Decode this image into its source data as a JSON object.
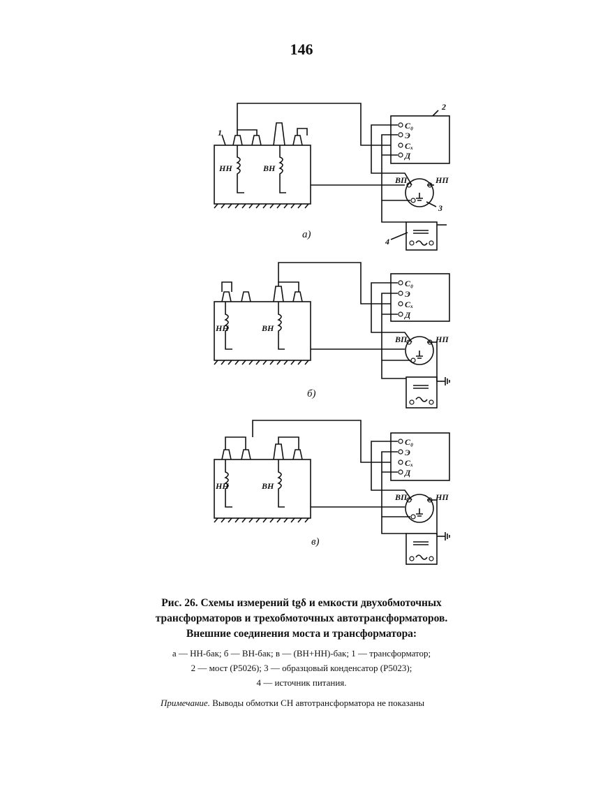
{
  "page_number": "146",
  "diagrams": [
    {
      "sub_label": "а)",
      "transformer_number": "1",
      "bridge_number": "2",
      "capacitor_number": "3",
      "source_number": "4",
      "lv_label": "НН",
      "hv_label": "ВН",
      "terminals": [
        "C₀",
        "Э",
        "Cₓ",
        "Д"
      ],
      "vp_label": "ВП",
      "np_label": "НП"
    },
    {
      "sub_label": "б)",
      "lv_label": "НН",
      "hv_label": "ВН",
      "terminals": [
        "C₀",
        "Э",
        "Cₓ",
        "Д"
      ],
      "vp_label": "ВП",
      "np_label": "НП"
    },
    {
      "sub_label": "в)",
      "lv_label": "НН",
      "hv_label": "ВН",
      "terminals": [
        "C₀",
        "Э",
        "Cₓ",
        "Д"
      ],
      "vp_label": "ВП",
      "np_label": "НП"
    }
  ],
  "caption": {
    "title_line1": "Рис. 26. Схемы измерений tgδ и емкости двухобмоточных",
    "title_line2": "трансформаторов и трехобмоточных автотрансформаторов.",
    "title_line3": "Внешние соединения моста и трансформатора:",
    "legend_line1": "а — НН-бак; б — ВН-бак; в — (ВН+НН)-бак; 1 — трансформатор;",
    "legend_line2": "2 — мост (Р5026); 3 — образцовый конденсатор (Р5023);",
    "legend_line3": "4 — источник питания."
  },
  "note": {
    "label": "Примечание.",
    "text": " Выводы обмотки СН автотрансформатора не показаны"
  }
}
